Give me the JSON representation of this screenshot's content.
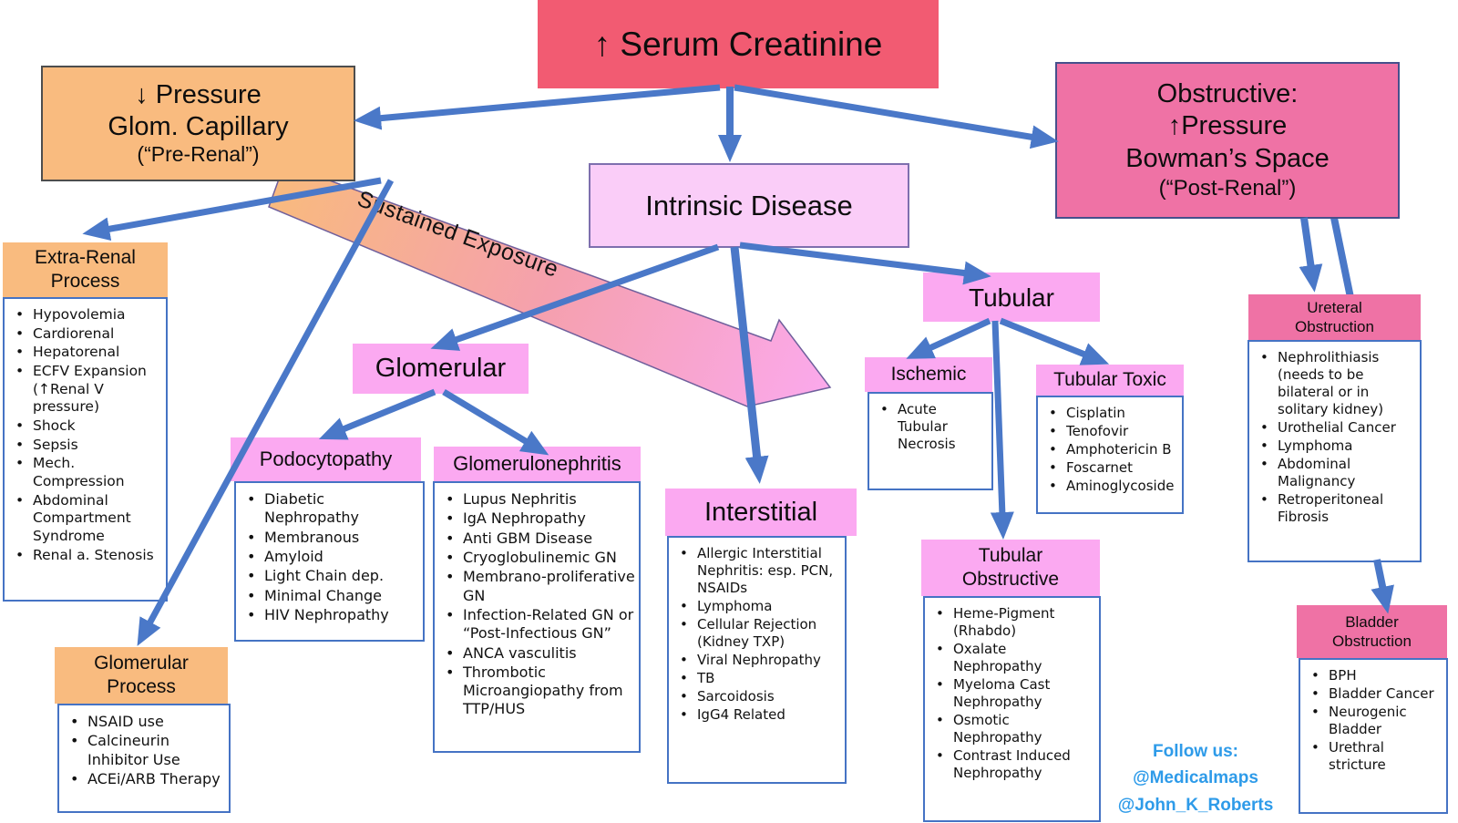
{
  "root": {
    "label": "↑ Serum Creatinine"
  },
  "banner": {
    "label": "Sustained Exposure"
  },
  "pre_renal": {
    "line1": "↓ Pressure",
    "line2": "Glom. Capillary",
    "line3": "(“Pre-Renal”)"
  },
  "intrinsic": {
    "label": "Intrinsic Disease"
  },
  "obstructive": {
    "line1": "Obstructive:",
    "line2": "↑Pressure",
    "line3": "Bowman’s Space",
    "line4": "(“Post-Renal”)"
  },
  "extra_renal": {
    "title": "Extra-Renal\nProcess",
    "items": [
      "Hypovolemia",
      "Cardiorenal",
      "Hepatorenal",
      "ECFV Expansion (↑Renal V pressure)",
      "Shock",
      "Sepsis",
      "Mech. Compression",
      "Abdominal Compartment Syndrome",
      "Renal a. Stenosis"
    ]
  },
  "glomerular_process": {
    "title": "Glomerular\nProcess",
    "items": [
      "NSAID use",
      "Calcineurin Inhibitor Use",
      "ACEi/ARB Therapy"
    ]
  },
  "glomerular": {
    "label": "Glomerular"
  },
  "podocytopathy": {
    "title": "Podocytopathy",
    "items": [
      "Diabetic Nephropathy",
      "Membranous",
      "Amyloid",
      "Light Chain dep.",
      "Minimal Change",
      "HIV Nephropathy"
    ]
  },
  "glomerulonephritis": {
    "title": "Glomerulonephritis",
    "items": [
      "Lupus Nephritis",
      "IgA Nephropathy",
      "Anti GBM Disease",
      "Cryoglobulinemic GN",
      "Membrano-proliferative GN",
      "Infection-Related GN or “Post-Infectious GN”",
      "ANCA vasculitis",
      "Thrombotic Microangiopathy from TTP/HUS"
    ]
  },
  "interstitial": {
    "title": "Interstitial",
    "items": [
      "Allergic Interstitial Nephritis: esp. PCN, NSAIDs",
      "Lymphoma",
      "Cellular Rejection (Kidney TXP)",
      "Viral Nephropathy",
      "TB",
      "Sarcoidosis",
      "IgG4 Related"
    ]
  },
  "tubular": {
    "label": "Tubular"
  },
  "ischemic": {
    "title": "Ischemic",
    "items": [
      "Acute Tubular Necrosis"
    ]
  },
  "tubular_toxic": {
    "title": "Tubular Toxic",
    "items": [
      "Cisplatin",
      "Tenofovir",
      "Amphotericin B",
      "Foscarnet",
      "Aminoglycoside"
    ]
  },
  "tubular_obstructive": {
    "title": "Tubular\nObstructive",
    "items": [
      "Heme-Pigment (Rhabdo)",
      "Oxalate Nephropathy",
      "Myeloma Cast Nephropathy",
      "Osmotic Nephropathy",
      "Contrast Induced Nephropathy"
    ]
  },
  "ureteral_obstruction": {
    "title": "Ureteral\nObstruction",
    "items": [
      "Nephrolithiasis (needs to be bilateral or in solitary kidney)",
      "Urothelial Cancer",
      "Lymphoma",
      "Abdominal Malignancy",
      "Retroperitoneal Fibrosis"
    ]
  },
  "bladder_obstruction": {
    "title": "Bladder\nObstruction",
    "items": [
      "BPH",
      "Bladder Cancer",
      "Neurogenic Bladder",
      "Urethral stricture"
    ]
  },
  "footer": {
    "line1": "Follow us:",
    "handle1": "@Medicalmaps",
    "handle2": "@John_K_Roberts"
  },
  "colors": {
    "arrow_blue": "#4A78C8",
    "orange": "#F9BB7F",
    "pink_bright": "#FBA9F1",
    "pink_light": "#FACDF8",
    "pink_dark": "#EF72A5",
    "red_pink": "#F25B72",
    "follow_blue": "#2E9BE9"
  }
}
